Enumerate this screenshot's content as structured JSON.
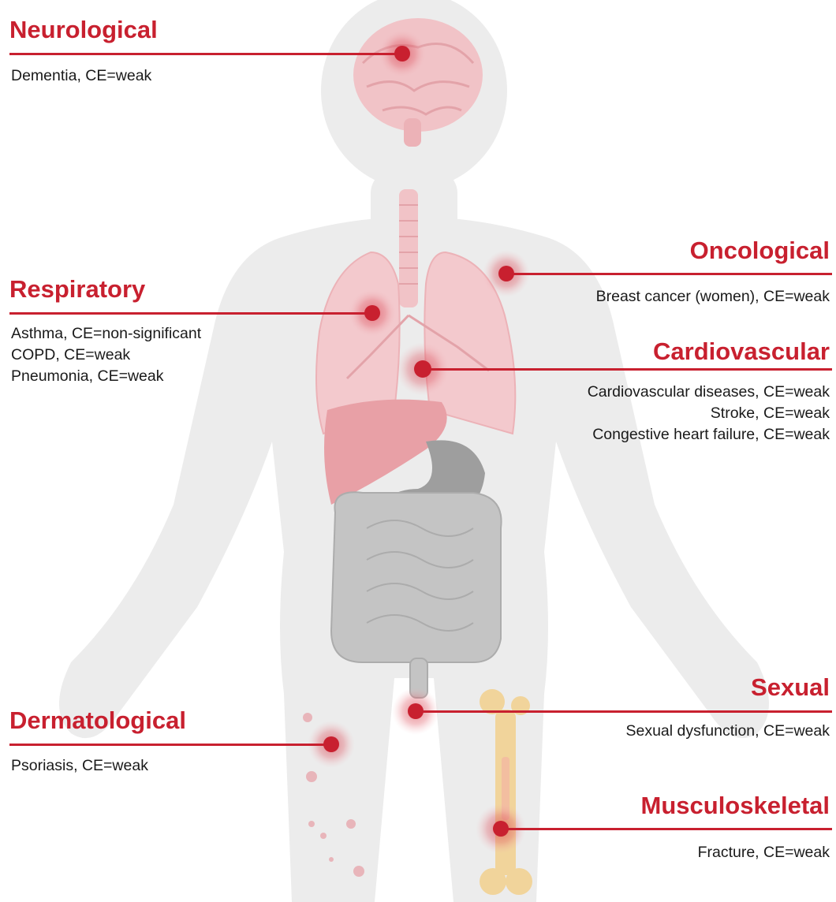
{
  "categories": [
    {
      "id": "neurological",
      "title": "Neurological",
      "items": [
        "Dementia, CE=weak"
      ],
      "align": "left"
    },
    {
      "id": "respiratory",
      "title": "Respiratory",
      "items": [
        "Asthma, CE=non-significant",
        "COPD, CE=weak",
        "Pneumonia, CE=weak"
      ],
      "align": "left"
    },
    {
      "id": "dermatological",
      "title": "Dermatological",
      "items": [
        "Psoriasis, CE=weak"
      ],
      "align": "left"
    },
    {
      "id": "oncological",
      "title": "Oncological",
      "items": [
        "Breast cancer (women), CE=weak"
      ],
      "align": "right"
    },
    {
      "id": "cardiovascular",
      "title": "Cardiovascular",
      "items": [
        "Cardiovascular diseases, CE=weak",
        "Stroke, CE=weak",
        "Congestive heart failure, CE=weak"
      ],
      "align": "right"
    },
    {
      "id": "sexual",
      "title": "Sexual",
      "items": [
        "Sexual dysfunction, CE=weak"
      ],
      "align": "right"
    },
    {
      "id": "musculoskeletal",
      "title": "Musculoskeletal",
      "items": [
        "Fracture, CE=weak"
      ],
      "align": "right"
    }
  ],
  "colors": {
    "accent": "#c8202f",
    "body_silhouette": "#ececec",
    "organ_pink": "#f3c9cd",
    "organ_gray": "#c4c4c4",
    "bone": "#f1d49b"
  }
}
